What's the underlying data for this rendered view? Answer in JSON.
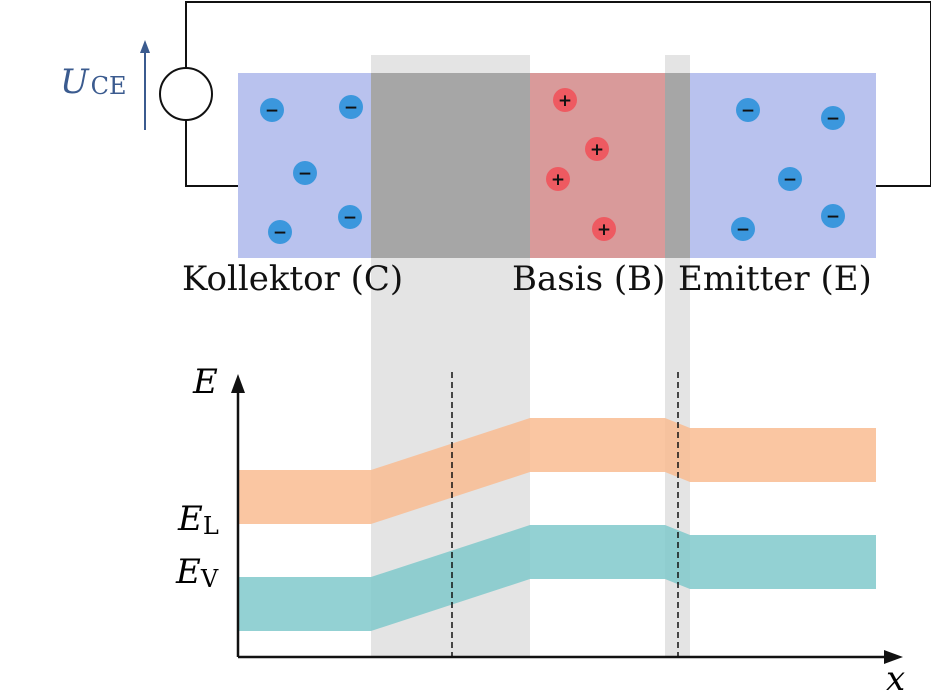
{
  "colors": {
    "collector_emitter_fill": "#b9c2ee",
    "base_fill": "#d99a9a",
    "depletion_fill": "#a6a6a6",
    "depletion_band": "#e4e4e4",
    "electron": "#3b97dd",
    "hole": "#ee5a61",
    "conduction_band": "#f9bc92",
    "valence_band": "#80c9cb",
    "voltage_label": "#3b5b8f"
  },
  "circuit": {
    "voltage_symbol": "U",
    "voltage_subscript": "CE"
  },
  "regions": {
    "collector": "Kollektor (C)",
    "base": "Basis (B)",
    "emitter": "Emitter (E)"
  },
  "carriers": {
    "electron_sign": "−",
    "hole_sign": "+"
  },
  "band_diagram": {
    "y_axis_label": "E",
    "x_axis_label": "x",
    "conduction_band_symbol": "E",
    "conduction_band_subscript": "L",
    "valence_band_symbol": "E",
    "valence_band_subscript": "V"
  }
}
